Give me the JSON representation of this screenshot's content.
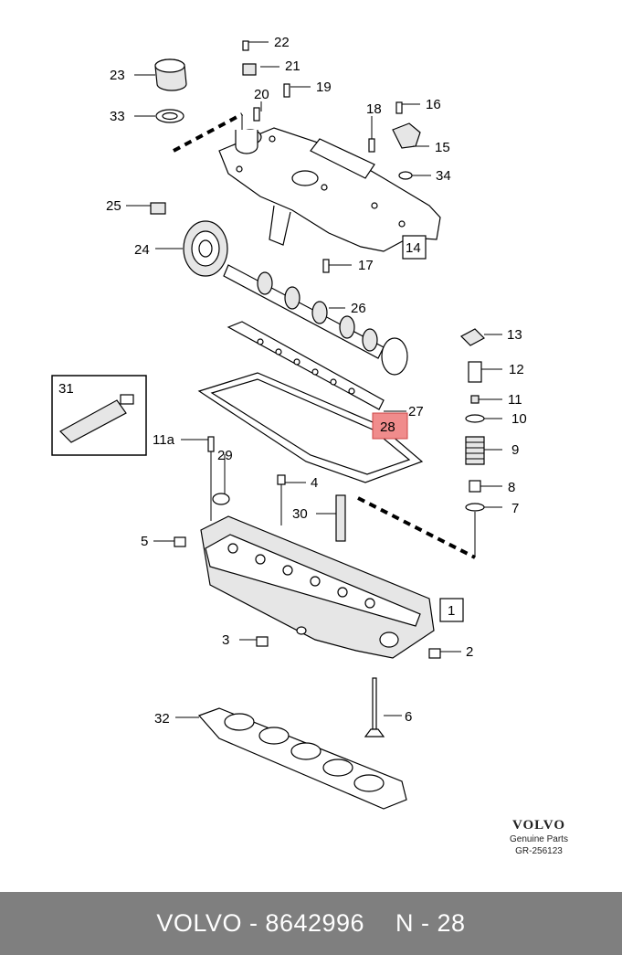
{
  "parts": [
    {
      "id": "p22",
      "label": "22"
    },
    {
      "id": "p21",
      "label": "21"
    },
    {
      "id": "p23",
      "label": "23"
    },
    {
      "id": "p20",
      "label": "20"
    },
    {
      "id": "p19",
      "label": "19"
    },
    {
      "id": "p33",
      "label": "33"
    },
    {
      "id": "p18",
      "label": "18"
    },
    {
      "id": "p16",
      "label": "16"
    },
    {
      "id": "p15",
      "label": "15"
    },
    {
      "id": "p34",
      "label": "34"
    },
    {
      "id": "p25",
      "label": "25"
    },
    {
      "id": "p24",
      "label": "24"
    },
    {
      "id": "p14",
      "label": "14"
    },
    {
      "id": "p17",
      "label": "17"
    },
    {
      "id": "p26",
      "label": "26"
    },
    {
      "id": "p13",
      "label": "13"
    },
    {
      "id": "p12",
      "label": "12"
    },
    {
      "id": "p31",
      "label": "31"
    },
    {
      "id": "p27",
      "label": "27"
    },
    {
      "id": "p11",
      "label": "11"
    },
    {
      "id": "p28",
      "label": "28"
    },
    {
      "id": "p10",
      "label": "10"
    },
    {
      "id": "p11a",
      "label": "11a"
    },
    {
      "id": "p29",
      "label": "29"
    },
    {
      "id": "p9",
      "label": "9"
    },
    {
      "id": "p4",
      "label": "4"
    },
    {
      "id": "p8",
      "label": "8"
    },
    {
      "id": "p30",
      "label": "30"
    },
    {
      "id": "p7",
      "label": "7"
    },
    {
      "id": "p5",
      "label": "5"
    },
    {
      "id": "p1",
      "label": "1"
    },
    {
      "id": "p3",
      "label": "3"
    },
    {
      "id": "p2",
      "label": "2"
    },
    {
      "id": "p6",
      "label": "6"
    },
    {
      "id": "p32",
      "label": "32"
    }
  ],
  "highlighted_part": "28",
  "highlight_color": "#f08c8c",
  "brand": {
    "logo": "VOLVO",
    "subtitle": "Genuine Parts",
    "code": "GR-256123"
  },
  "footer": {
    "make": "VOLVO - 8642996",
    "ref": "N - 28"
  }
}
